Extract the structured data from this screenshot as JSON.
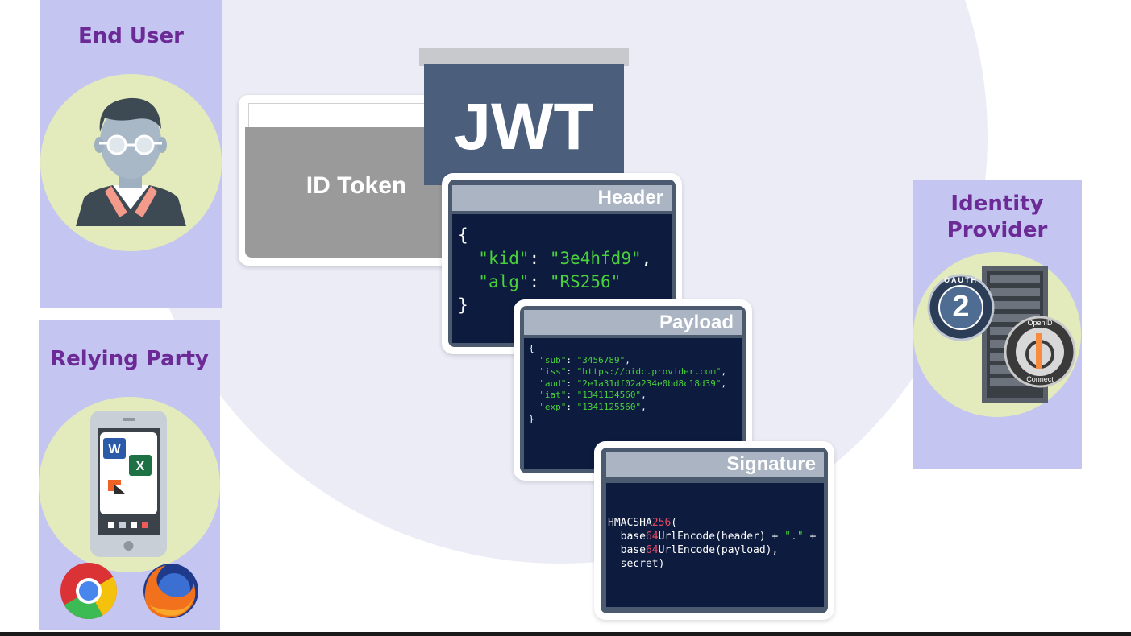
{
  "panels": {
    "end_user": {
      "title": "End User"
    },
    "relying_party": {
      "title": "Relying Party",
      "app_icons": [
        "word-icon",
        "excel-icon",
        "app-icon",
        "chrome-icon",
        "firefox-icon"
      ]
    },
    "identity_provider": {
      "title_line1": "Identity",
      "title_line2": "Provider",
      "badges": {
        "oauth_number": "2",
        "oauth_text": "OAUTH",
        "openid_top": "OpenID",
        "openid_bottom": "Connect"
      }
    }
  },
  "id_token": {
    "label": "ID Token"
  },
  "jwt": {
    "label": "JWT"
  },
  "header_card": {
    "title": "Header",
    "open": "{",
    "kid_key": "\"kid\"",
    "kid_val": "\"3e4hfd9\"",
    "alg_key": "\"alg\"",
    "alg_val": "\"RS256\"",
    "close": "}"
  },
  "payload_card": {
    "title": "Payload",
    "open": "{",
    "rows": [
      {
        "key": "\"sub\"",
        "val": "\"3456789\""
      },
      {
        "key": "\"iss\"",
        "val": "\"https://oidc.provider.com\""
      },
      {
        "key": "\"aud\"",
        "val": "\"2e1a31df02a234e0bd8c18d39\""
      },
      {
        "key": "\"iat\"",
        "val": "\"1341134560\""
      },
      {
        "key": "\"exp\"",
        "val": "\"1341125560\""
      }
    ],
    "close": "}"
  },
  "signature_card": {
    "title": "Signature",
    "fn_a": "HMACSHA",
    "fn_b": "256",
    "fn_c": "(",
    "l2_a": "base",
    "l2_b": "64",
    "l2_c": "UrlEncode(header) + ",
    "l2_d": "\".\"",
    "l2_e": " +",
    "l3_a": "base",
    "l3_b": "64",
    "l3_c": "UrlEncode(payload),",
    "l4": "secret)"
  },
  "colors": {
    "panel": "#c4c5f0",
    "title": "#6b2a95",
    "disc": "#e3ebbc",
    "code_bg": "#0d1b3e",
    "code_green": "#49d13b",
    "code_red": "#e84a63",
    "jwt_blue": "#4b5f7d"
  }
}
